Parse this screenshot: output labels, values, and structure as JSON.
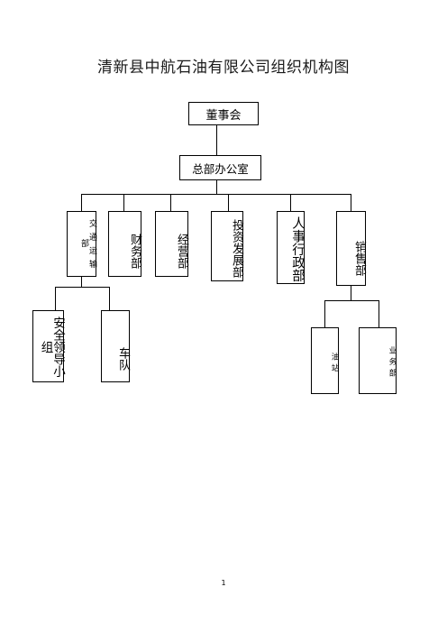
{
  "title": "清新县中航石油有限公司组织机构图",
  "board": "董事会",
  "hq_office": "总部办公室",
  "departments": {
    "transport": "交通运输部",
    "finance": "财务部",
    "operations": "经营部",
    "investment": "投资发展部",
    "hr_admin": "人事行政部",
    "sales": "销售部"
  },
  "transport_units": {
    "safety_group": "安全领导小组",
    "fleet": "车队"
  },
  "sales_units": {
    "gas_station": "油站",
    "business": "业务部"
  },
  "page_number": "1"
}
